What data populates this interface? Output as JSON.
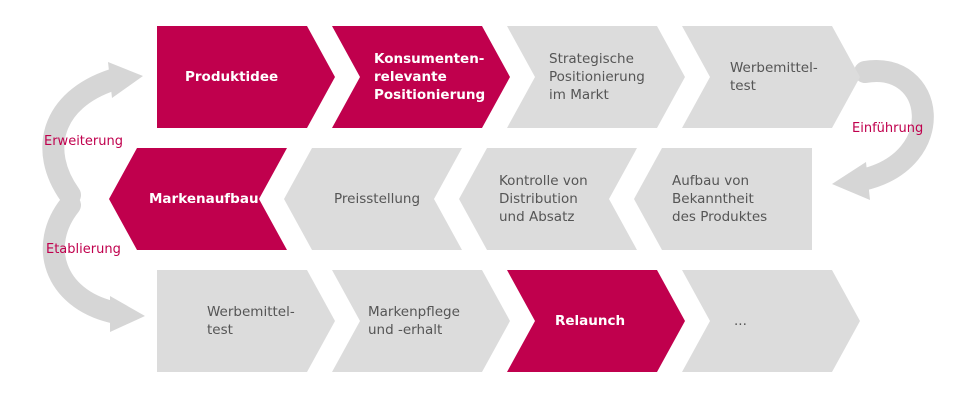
{
  "colors": {
    "accent": "#c0004d",
    "step_gray": "#dcdcdc",
    "arrow_gray": "#d6d6d6",
    "text_dark": "#555555"
  },
  "side_labels": {
    "erweiterung": "Erweiterung",
    "etablierung": "Etablierung",
    "einfuehrung": "Einführung"
  },
  "rows": [
    {
      "direction": "right",
      "steps": [
        {
          "text": "Produktidee",
          "highlight": true
        },
        {
          "text": "Konsumenten-\nrelevante\nPositionierung",
          "highlight": true
        },
        {
          "text": "Strategische\nPositionierung\nim Markt",
          "highlight": false
        },
        {
          "text": "Werbemittel-\ntest",
          "highlight": false
        }
      ]
    },
    {
      "direction": "left",
      "steps": [
        {
          "text": "Aufbau von\nBekanntheit\ndes Produktes",
          "highlight": false
        },
        {
          "text": "Kontrolle von\nDistribution\nund Absatz",
          "highlight": false
        },
        {
          "text": "Preisstellung",
          "highlight": false
        },
        {
          "text": "Markenaufbau",
          "highlight": true
        }
      ]
    },
    {
      "direction": "right",
      "steps": [
        {
          "text": "Werbemittel-\ntest",
          "highlight": false
        },
        {
          "text": "Markenpflege\nund -erhalt",
          "highlight": false
        },
        {
          "text": "Relaunch",
          "highlight": true
        },
        {
          "text": "...",
          "highlight": false
        }
      ]
    }
  ]
}
